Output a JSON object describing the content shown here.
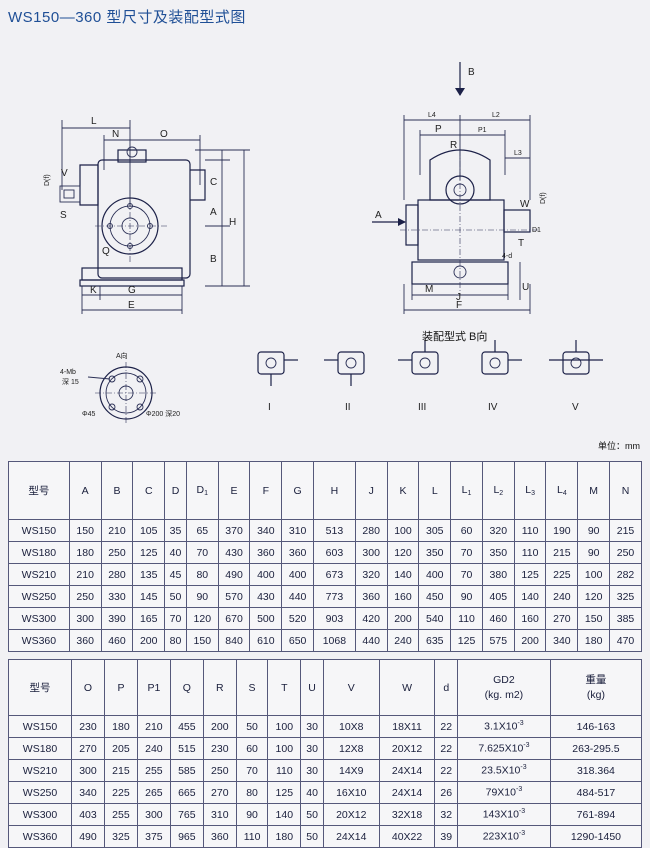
{
  "title": "WS150—360 型尺寸及装配型式图",
  "drawing": {
    "front_view_labels": [
      "L",
      "N",
      "O",
      "C",
      "A",
      "H",
      "B",
      "V",
      "S",
      "D(f)",
      "Q",
      "K",
      "G",
      "E"
    ],
    "side_view_labels": [
      "B",
      "L4",
      "L2",
      "P",
      "P1",
      "R",
      "L3",
      "A",
      "W",
      "D1",
      "T",
      "4-d",
      "M",
      "J",
      "F",
      "U",
      "D(f)"
    ],
    "a_view": {
      "title": "A向",
      "holes": "4-Mb",
      "depth": "深 15",
      "dia1": "Φ45",
      "dia2": "Φ200 深20"
    },
    "assembly_caption": "装配型式 B向",
    "assembly_types": [
      "I",
      "II",
      "III",
      "IV",
      "V"
    ]
  },
  "unit": "单位：mm",
  "table1": {
    "headers": [
      "型号",
      "A",
      "B",
      "C",
      "D",
      "D1",
      "E",
      "F",
      "G",
      "H",
      "J",
      "K",
      "L",
      "L1",
      "L2",
      "L3",
      "L4",
      "M",
      "N"
    ],
    "rows": [
      [
        "WS150",
        "150",
        "210",
        "105",
        "35",
        "65",
        "370",
        "340",
        "310",
        "513",
        "280",
        "100",
        "305",
        "60",
        "320",
        "110",
        "190",
        "90",
        "215"
      ],
      [
        "WS180",
        "180",
        "250",
        "125",
        "40",
        "70",
        "430",
        "360",
        "360",
        "603",
        "300",
        "120",
        "350",
        "70",
        "350",
        "110",
        "215",
        "90",
        "250"
      ],
      [
        "WS210",
        "210",
        "280",
        "135",
        "45",
        "80",
        "490",
        "400",
        "400",
        "673",
        "320",
        "140",
        "400",
        "70",
        "380",
        "125",
        "225",
        "100",
        "282"
      ],
      [
        "WS250",
        "250",
        "330",
        "145",
        "50",
        "90",
        "570",
        "430",
        "440",
        "773",
        "360",
        "160",
        "450",
        "90",
        "405",
        "140",
        "240",
        "120",
        "325"
      ],
      [
        "WS300",
        "300",
        "390",
        "165",
        "70",
        "120",
        "670",
        "500",
        "520",
        "903",
        "420",
        "200",
        "540",
        "110",
        "460",
        "160",
        "270",
        "150",
        "385"
      ],
      [
        "WS360",
        "360",
        "460",
        "200",
        "80",
        "150",
        "840",
        "610",
        "650",
        "1068",
        "440",
        "240",
        "635",
        "125",
        "575",
        "200",
        "340",
        "180",
        "470"
      ]
    ]
  },
  "table2": {
    "headers": [
      "型号",
      "O",
      "P",
      "P1",
      "Q",
      "R",
      "S",
      "T",
      "U",
      "V",
      "W",
      "d",
      "GD2",
      "重量"
    ],
    "gd2_unit": "(kg. m2)",
    "weight_unit": "(kg)",
    "rows": [
      [
        "WS150",
        "230",
        "180",
        "210",
        "455",
        "200",
        "50",
        "100",
        "30",
        "10X8",
        "18X11",
        "22",
        "3.1X10-3",
        "146-163"
      ],
      [
        "WS180",
        "270",
        "205",
        "240",
        "515",
        "230",
        "60",
        "100",
        "30",
        "12X8",
        "20X12",
        "22",
        "7.625X10-3",
        "263-295.5"
      ],
      [
        "WS210",
        "300",
        "215",
        "255",
        "585",
        "250",
        "70",
        "110",
        "30",
        "14X9",
        "24X14",
        "22",
        "23.5X10-3",
        "318.364"
      ],
      [
        "WS250",
        "340",
        "225",
        "265",
        "665",
        "270",
        "80",
        "125",
        "40",
        "16X10",
        "24X14",
        "26",
        "79X10-3",
        "484-517"
      ],
      [
        "WS300",
        "403",
        "255",
        "300",
        "765",
        "310",
        "90",
        "140",
        "50",
        "20X12",
        "32X18",
        "32",
        "143X10-3",
        "761-894"
      ],
      [
        "WS360",
        "490",
        "325",
        "375",
        "965",
        "360",
        "110",
        "180",
        "50",
        "24X14",
        "40X22",
        "39",
        "223X10-3",
        "1290-1450"
      ]
    ]
  }
}
